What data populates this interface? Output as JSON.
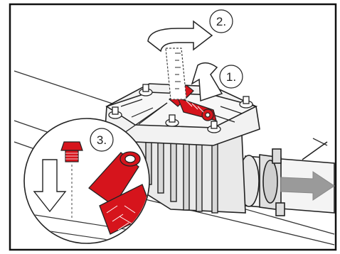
{
  "steps": {
    "step1": "1.",
    "step2": "2.",
    "step3": "3."
  },
  "colors": {
    "frame": "#111111",
    "part_red": "#d6141c",
    "line": "#222222",
    "fill_light": "#f4f4f4",
    "flow_arrow": "#999999"
  }
}
